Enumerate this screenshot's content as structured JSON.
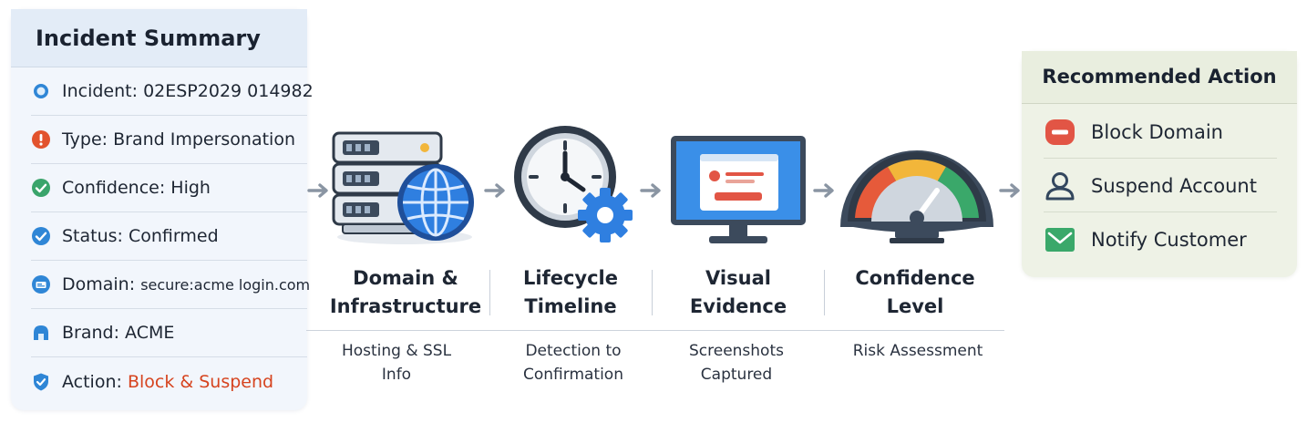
{
  "summary": {
    "title": "Incident Summary",
    "rows": [
      {
        "icon": "circle-dot-icon",
        "color": "#2f86d6",
        "key": "Incident:",
        "value": "02ESP2029 014982"
      },
      {
        "icon": "alert-icon",
        "color": "#e2532d",
        "key": "Type:",
        "value": "Brand Impersonation"
      },
      {
        "icon": "check-circle-icon",
        "color": "#3aa46b",
        "key": "Confidence:",
        "value": "High"
      },
      {
        "icon": "check-circle-icon",
        "color": "#2f86d6",
        "key": "Status:",
        "value": "Confirmed"
      },
      {
        "icon": "domain-icon",
        "color": "#2f86d6",
        "key": "Domain:",
        "value": "secure:acme login.com"
      },
      {
        "icon": "house-icon",
        "color": "#2f86d6",
        "key": "Brand:",
        "value": " ACME"
      },
      {
        "icon": "shield-check-icon",
        "color": "#2f86d6",
        "key": "Action:",
        "value": "Block & Suspend"
      }
    ]
  },
  "stages": [
    {
      "icon": "server-globe-icon",
      "title_line1": "Domain &",
      "title_line2": "Infrastructure",
      "sub_line1": "Hosting & SSL",
      "sub_line2": "Info"
    },
    {
      "icon": "clock-gear-icon",
      "title_line1": "Lifecycle",
      "title_line2": "Timeline",
      "sub_line1": "Detection to",
      "sub_line2": "Confirmation"
    },
    {
      "icon": "monitor-icon",
      "title_line1": "Visual",
      "title_line2": "Evidence",
      "sub_line1": "Screenshots",
      "sub_line2": "Captured"
    },
    {
      "icon": "gauge-icon",
      "title_line1": "Confidence",
      "title_line2": "Level",
      "sub_line1": "Risk Assessment",
      "sub_line2": ""
    }
  ],
  "actions": {
    "title": "Recommended Action",
    "items": [
      {
        "icon": "block-icon",
        "color": "#e25545",
        "label": "Block Domain"
      },
      {
        "icon": "user-icon",
        "color": "#33475e",
        "label": "Suspend Account"
      },
      {
        "icon": "mail-icon",
        "color": "#3aa86a",
        "label": "Notify Customer"
      }
    ]
  },
  "colors": {
    "alert": "#d6441f",
    "arrow": "#8a95a3"
  }
}
